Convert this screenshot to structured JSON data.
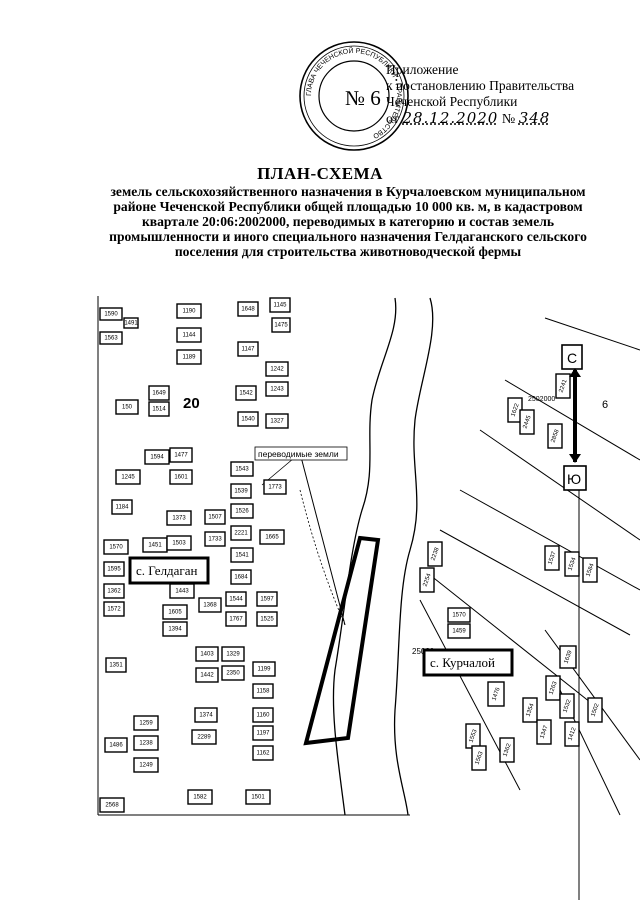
{
  "seal": {
    "number": "№ 6",
    "ring_text": "ГЛАВА ЧЕЧЕНСКОЙ РЕСПУБЛИКИ • ПРАВИТЕЛЬСТВО"
  },
  "appendix": {
    "line1": "Приложение",
    "line2": "к постановлению Правительства",
    "line3": "Чеченской Республики",
    "date_prefix": "от",
    "date_value": "28.12.2020",
    "number_prefix": "№",
    "number_value": "348"
  },
  "title": "ПЛАН-СХЕМА",
  "subtitle": "земель сельскохозяйственного назначения в Курчалоевском муниципальном районе Чеченской Республики общей площадью 10 000 кв. м, в кадастровом квартале 20:06:2002000, переводимых в категорию и состав земель промышленности и иного специального назначения Гелдаганского сельского поселения для строительства животноводческой фермы",
  "map": {
    "region_label": "20",
    "corner_label": "6",
    "transferred_lands_label": "переводимые земли",
    "village_geldagan": "с. Гелдаган",
    "village_kurchaloy": "с. Курчалой",
    "compass_north": "С",
    "compass_south": "Ю",
    "quarter_label_top": "2502000",
    "quarter_label_bottom": "25020",
    "plots_left": [
      {
        "label": "1590"
      },
      {
        "label": "1491"
      },
      {
        "label": "1563"
      },
      {
        "label": "1190"
      },
      {
        "label": "1144"
      },
      {
        "label": "1189"
      },
      {
        "label": "1648"
      },
      {
        "label": "1145"
      },
      {
        "label": "1475"
      },
      {
        "label": "1147"
      },
      {
        "label": "1242"
      },
      {
        "label": "1243"
      },
      {
        "label": "1542"
      },
      {
        "label": "1649"
      },
      {
        "label": "150"
      },
      {
        "label": "1514"
      },
      {
        "label": "1540"
      },
      {
        "label": "1327"
      },
      {
        "label": "1594"
      },
      {
        "label": "1477"
      },
      {
        "label": "1245"
      },
      {
        "label": "1601"
      },
      {
        "label": "1543"
      },
      {
        "label": "1773"
      },
      {
        "label": "1539"
      },
      {
        "label": "1184"
      },
      {
        "label": "1373"
      },
      {
        "label": "1507"
      },
      {
        "label": "1526"
      },
      {
        "label": "1570"
      },
      {
        "label": "1451"
      },
      {
        "label": "1503"
      },
      {
        "label": "1733"
      },
      {
        "label": "2221"
      },
      {
        "label": "1665"
      },
      {
        "label": "1541"
      },
      {
        "label": "1595"
      },
      {
        "label": "1684"
      },
      {
        "label": "1362"
      },
      {
        "label": "1443"
      },
      {
        "label": "1544"
      },
      {
        "label": "1597"
      },
      {
        "label": "1572"
      },
      {
        "label": "1605"
      },
      {
        "label": "1368"
      },
      {
        "label": "1767"
      },
      {
        "label": "1525"
      },
      {
        "label": "1394"
      },
      {
        "label": "1403"
      },
      {
        "label": "1329"
      },
      {
        "label": "1351"
      },
      {
        "label": "1442"
      },
      {
        "label": "2350"
      },
      {
        "label": "1199"
      },
      {
        "label": "1158"
      },
      {
        "label": "1374"
      },
      {
        "label": "1259"
      },
      {
        "label": "1160"
      },
      {
        "label": "1486"
      },
      {
        "label": "1238"
      },
      {
        "label": "2289"
      },
      {
        "label": "1197"
      },
      {
        "label": "1249"
      },
      {
        "label": "1162"
      },
      {
        "label": "2568"
      },
      {
        "label": "1582"
      },
      {
        "label": "1501"
      }
    ],
    "plots_right": [
      {
        "label": "1622"
      },
      {
        "label": "2241"
      },
      {
        "label": "2445"
      },
      {
        "label": "2858"
      },
      {
        "label": "2238"
      },
      {
        "label": "2254"
      },
      {
        "label": "1537"
      },
      {
        "label": "1534"
      },
      {
        "label": "1584"
      },
      {
        "label": "1570"
      },
      {
        "label": "1459"
      },
      {
        "label": "1639"
      },
      {
        "label": "1263"
      },
      {
        "label": "1476"
      },
      {
        "label": "1354"
      },
      {
        "label": "1347"
      },
      {
        "label": "1532"
      },
      {
        "label": "1502"
      },
      {
        "label": "1553"
      },
      {
        "label": "1412"
      },
      {
        "label": "1563"
      },
      {
        "label": "1362"
      }
    ]
  }
}
